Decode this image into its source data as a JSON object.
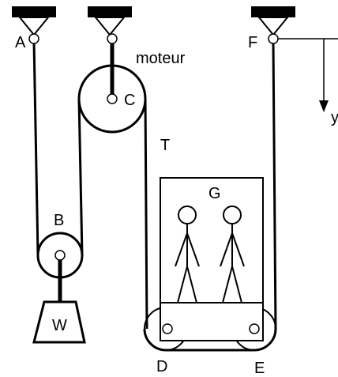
{
  "labels": {
    "A": "A",
    "B": "B",
    "C": "C",
    "D": "D",
    "E": "E",
    "F": "F",
    "G": "G",
    "T": "T",
    "W": "W",
    "motor": "moteur",
    "y_axis": "y"
  },
  "colors": {
    "ink": "#000000",
    "background": "#ffffff"
  }
}
